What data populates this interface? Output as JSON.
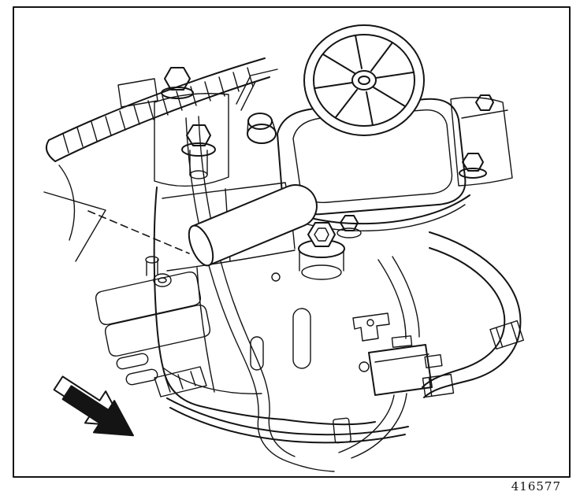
{
  "figure": {
    "number": "416577"
  },
  "diagram": {
    "type": "technical line illustration",
    "subject": "engine / secondary air pump assembly with pointer arrow",
    "line_color": "#141414",
    "background_color": "#ffffff"
  }
}
